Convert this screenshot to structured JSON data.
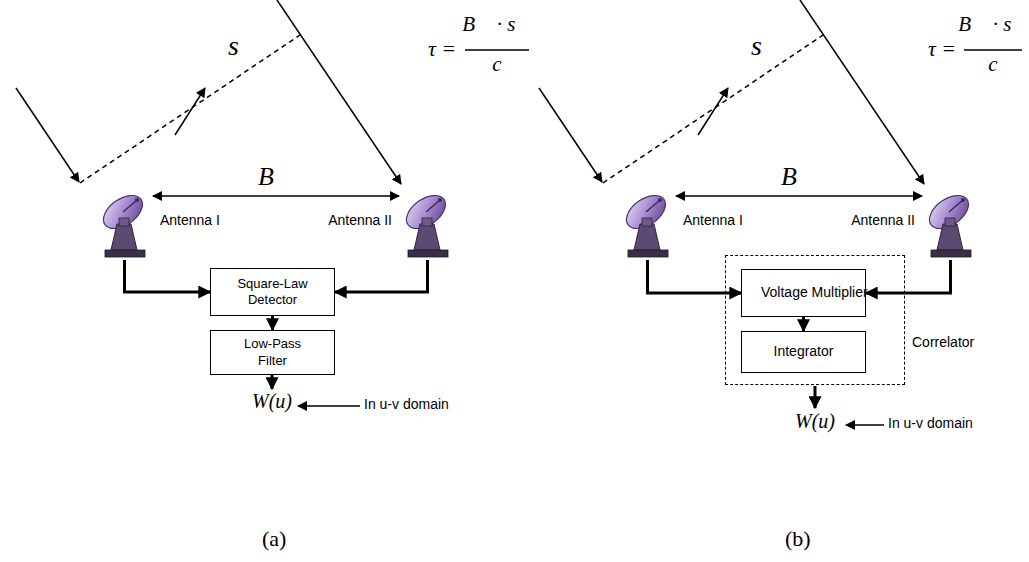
{
  "diagram": {
    "nodes": [
      {
        "text": [
          "Antenna I"
        ]
      },
      {
        "text": [
          "Antenna II"
        ]
      },
      {
        "text": [
          "Square-Law Detector"
        ]
      },
      {
        "text": [
          "Low-Pass Filter"
        ]
      },
      {
        "text": [
          "Antenna I"
        ]
      },
      {
        "text": [
          "Antenna II"
        ]
      },
      {
        "text": [
          "Correlator"
        ]
      },
      {
        "text": [
          "Voltage Multiplier"
        ],
        "in": 6
      },
      {
        "text": [
          "Integrator"
        ],
        "in": 6
      }
    ],
    "edges": [
      {
        "from": 0,
        "to": 1,
        "arrow": "both",
        "label": "B⃗"
      },
      {
        "from": 0,
        "to": 2,
        "arrow": "to"
      },
      {
        "from": 1,
        "to": 2,
        "arrow": "to"
      },
      {
        "from": 2,
        "to": 3,
        "arrow": "to"
      },
      {
        "from": 4,
        "to": 5,
        "arrow": "both",
        "label": "B⃗"
      },
      {
        "from": 4,
        "to": 7,
        "arrow": "to"
      },
      {
        "from": 5,
        "to": 7,
        "arrow": "to"
      },
      {
        "from": 7,
        "to": 8,
        "arrow": "to"
      }
    ],
    "labels": [
      "s⃗",
      "τ =",
      "B⃗ · s⃗",
      "c",
      "W(u)",
      "In u-v domain",
      "(a)",
      "s⃗",
      "τ =",
      "B⃗ · s⃗",
      "c",
      "W(u)",
      "In u-v domain",
      "(b)"
    ]
  }
}
